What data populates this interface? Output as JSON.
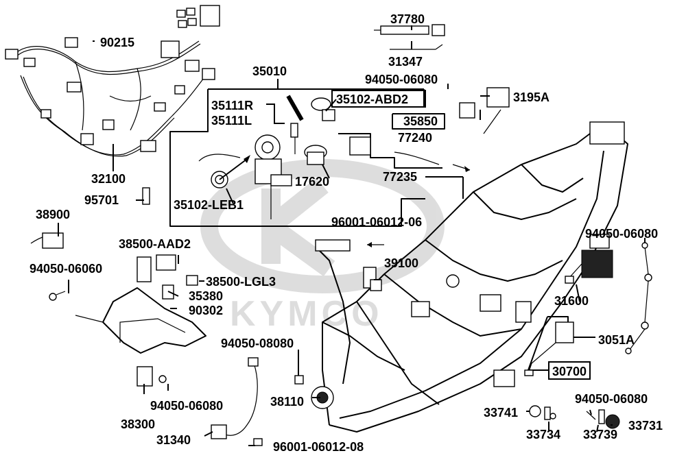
{
  "watermark": {
    "logo_letters": "KYMCO"
  },
  "labels": {
    "p37780": "37780",
    "p31347": "31347",
    "p90215": "90215",
    "p35010": "35010",
    "p94050_06080a": "94050-06080",
    "p35111R": "35111R",
    "p35111L": "35111L",
    "p35102_ABD2": "35102-ABD2",
    "p3195A": "3195A",
    "p35850": "35850",
    "p77240": "77240",
    "p32100": "32100",
    "p77235": "77235",
    "p17620": "17620",
    "p95701": "95701",
    "p35102_LEB1": "35102-LEB1",
    "p38900": "38900",
    "p96001_06012_06": "96001-06012-06",
    "p94050_06080b": "94050-06080",
    "p38500_AAD2": "38500-AAD2",
    "p94050_06060": "94050-06060",
    "p39100": "39100",
    "p38500_LGL3": "38500-LGL3",
    "p35380": "35380",
    "p31600": "31600",
    "p90302": "90302",
    "p94050_08080": "94050-08080",
    "p3051A": "3051A",
    "p30700": "30700",
    "p38110": "38110",
    "p94050_06080c": "94050-06080",
    "p38300": "38300",
    "p94050_06080d": "94050-06080",
    "p33741": "33741",
    "p33731": "33731",
    "p33734": "33734",
    "p33739": "33739",
    "p31340": "31340",
    "p96001_06012_08": "96001-06012-08"
  }
}
